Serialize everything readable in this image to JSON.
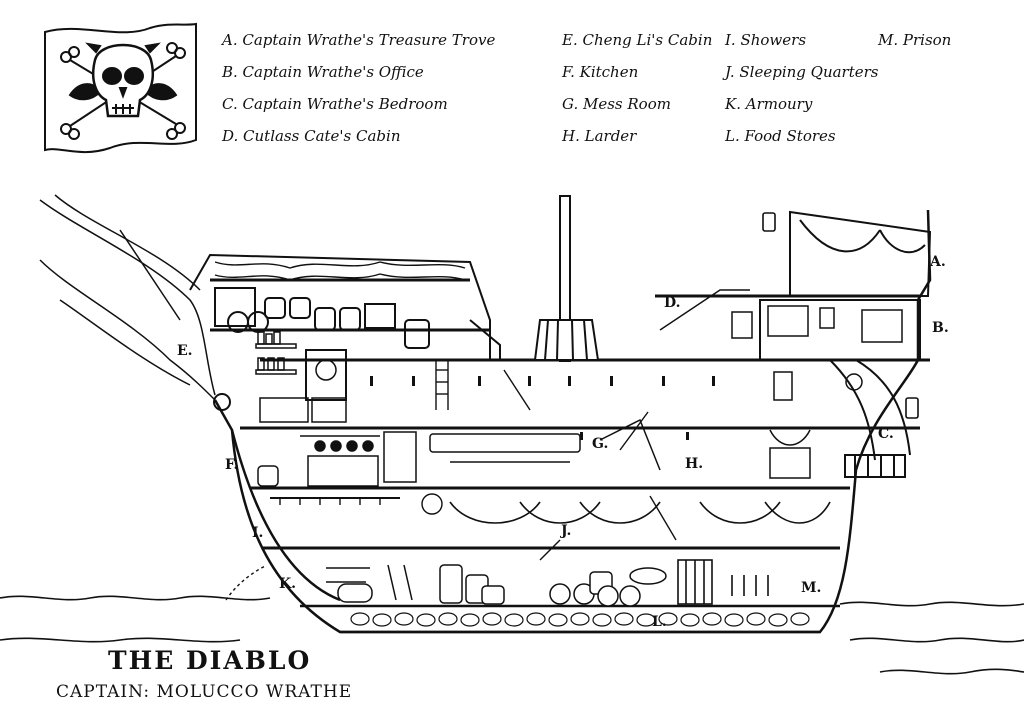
{
  "legend": {
    "col1": [
      "A. Captain Wrathe's Treasure Trove",
      "B. Captain Wrathe's Office",
      "C. Captain Wrathe's Bedroom",
      "D. Cutlass Cate's Cabin"
    ],
    "col2": [
      "E. Cheng Li's Cabin",
      "F. Kitchen",
      "G. Mess Room",
      "H. Larder"
    ],
    "col3": [
      "I. Showers",
      "J. Sleeping Quarters",
      "K. Armoury",
      "L. Food Stores"
    ],
    "col4": [
      "M. Prison"
    ]
  },
  "markers": [
    "A.",
    "B.",
    "C.",
    "D.",
    "E.",
    "F.",
    "G.",
    "H.",
    "I.",
    "J.",
    "K.",
    "L.",
    "M."
  ],
  "title": "THE DIABLO",
  "subtitle": "CAPTAIN: MOLUCCO WRATHE",
  "colors": {
    "ink": "#111111",
    "paper": "#ffffff"
  },
  "icons": {
    "flag": "skull-and-crossbones-flag-icon"
  }
}
